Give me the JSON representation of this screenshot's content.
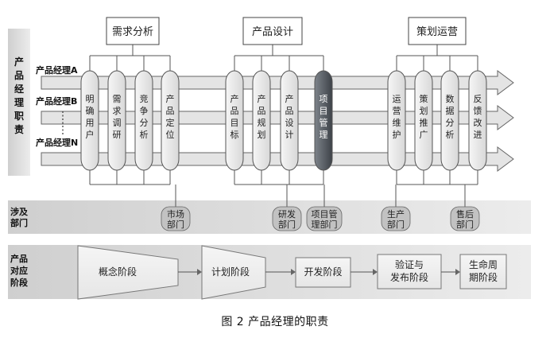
{
  "phases": [
    {
      "label": "需求分析"
    },
    {
      "label": "产品设计"
    },
    {
      "label": "策划运营"
    }
  ],
  "side_labels": {
    "responsibilities": "产品经理职责",
    "departments": "涉及部门",
    "stages": "产品对应阶段"
  },
  "pm_labels": [
    "产品经理A",
    "产品经理B",
    "产品经理N"
  ],
  "tasks": [
    {
      "label": "明确用户"
    },
    {
      "label": "需求调研"
    },
    {
      "label": "竞争分析"
    },
    {
      "label": "产品定位"
    },
    {
      "label": "产品目标"
    },
    {
      "label": "产品规划"
    },
    {
      "label": "产品设计"
    },
    {
      "label": "项目管理",
      "highlight": true
    },
    {
      "label": "运营维护"
    },
    {
      "label": "策划推广"
    },
    {
      "label": "数据分析"
    },
    {
      "label": "反馈改进"
    }
  ],
  "departments": [
    {
      "lines": [
        "市场",
        "部门"
      ]
    },
    {
      "lines": [
        "研发",
        "部门"
      ]
    },
    {
      "lines": [
        "项目管",
        "理部门"
      ]
    },
    {
      "lines": [
        "生产",
        "部门"
      ]
    },
    {
      "lines": [
        "售后",
        "部门"
      ]
    }
  ],
  "stages": [
    {
      "label": "概念阶段"
    },
    {
      "label": "计划阶段"
    },
    {
      "label": "开发阶段"
    },
    {
      "lines": [
        "验证与",
        "发布阶段"
      ]
    },
    {
      "lines": [
        "生命周",
        "期阶段"
      ]
    }
  ],
  "caption": "图 2 产品经理的职责",
  "colors": {
    "band": "#d9d9d9",
    "oval": "#f0f0f0",
    "highlight_oval": "#555a60",
    "arrow": "#e6e6e6",
    "dept": "#c3c3c3"
  }
}
